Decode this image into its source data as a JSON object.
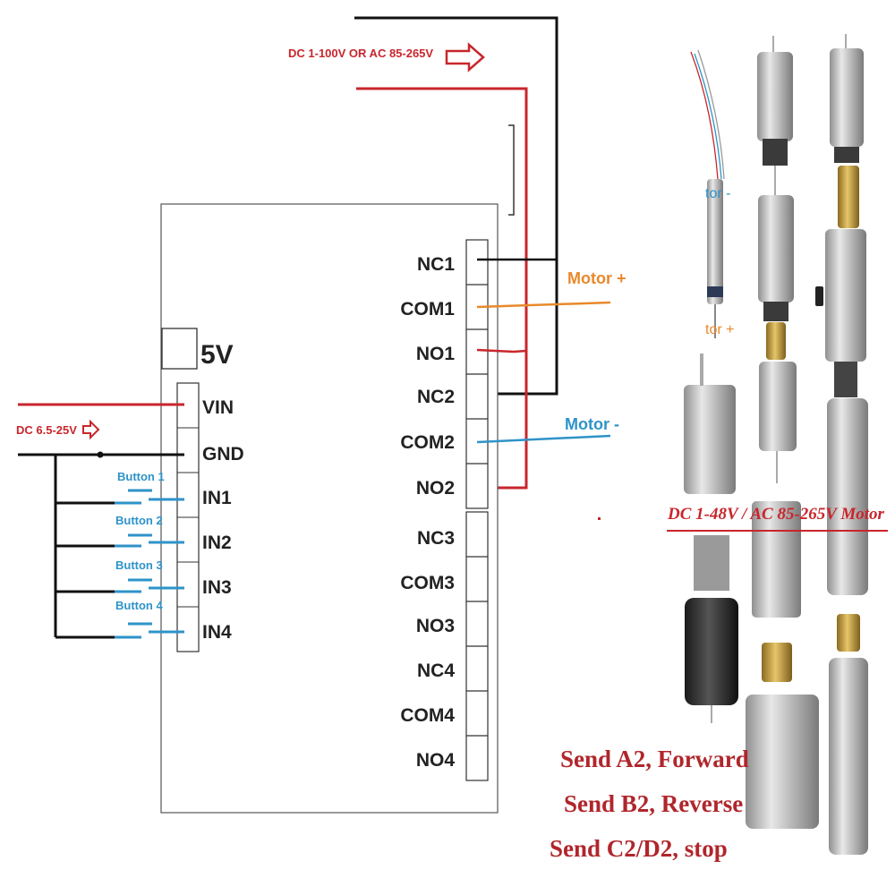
{
  "power_in_label": "DC 1-100V OR AC 85-265V",
  "board_power_label": "DC 6.5-25V",
  "module_voltage": "5V",
  "left_pins": [
    "VIN",
    "GND",
    "IN1",
    "IN2",
    "IN3",
    "IN4"
  ],
  "buttons": [
    "Button 1",
    "Button 2",
    "Button 3",
    "Button 4"
  ],
  "right_pins": [
    "NC1",
    "COM1",
    "NO1",
    "NC2",
    "COM2",
    "NO2",
    "NC3",
    "COM3",
    "NO3",
    "NC4",
    "COM4",
    "NO4"
  ],
  "motor_plus": "Motor +",
  "motor_minus": "Motor -",
  "photo_motor_minus_fragment": "tor -",
  "photo_motor_plus_fragment": "tor +",
  "motor_caption": "DC 1-48V / AC 85-265V Motor",
  "commands": [
    "Send A2, Forward",
    "Send B2, Reverse",
    "Send C2/D2, stop"
  ],
  "colors": {
    "red": "#c8262c",
    "black": "#111111",
    "orange": "#e8892a",
    "blue": "#2e93c9",
    "dark_red_text": "#b0262c"
  }
}
